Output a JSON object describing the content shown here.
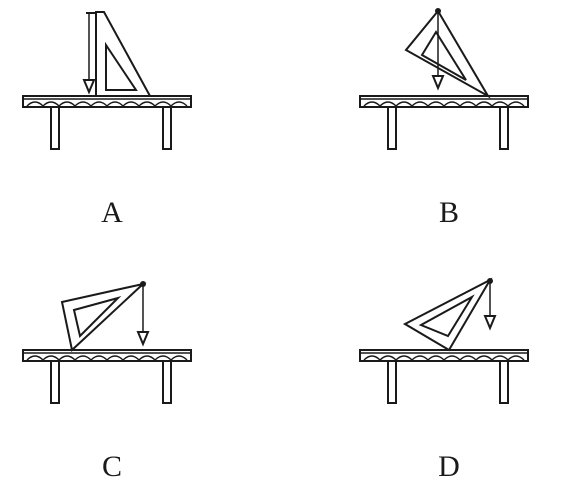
{
  "options": [
    {
      "label": "A"
    },
    {
      "label": "B"
    },
    {
      "label": "C"
    },
    {
      "label": "D"
    }
  ],
  "colors": {
    "ink": "#1a1a1a",
    "background": "#ffffff"
  }
}
